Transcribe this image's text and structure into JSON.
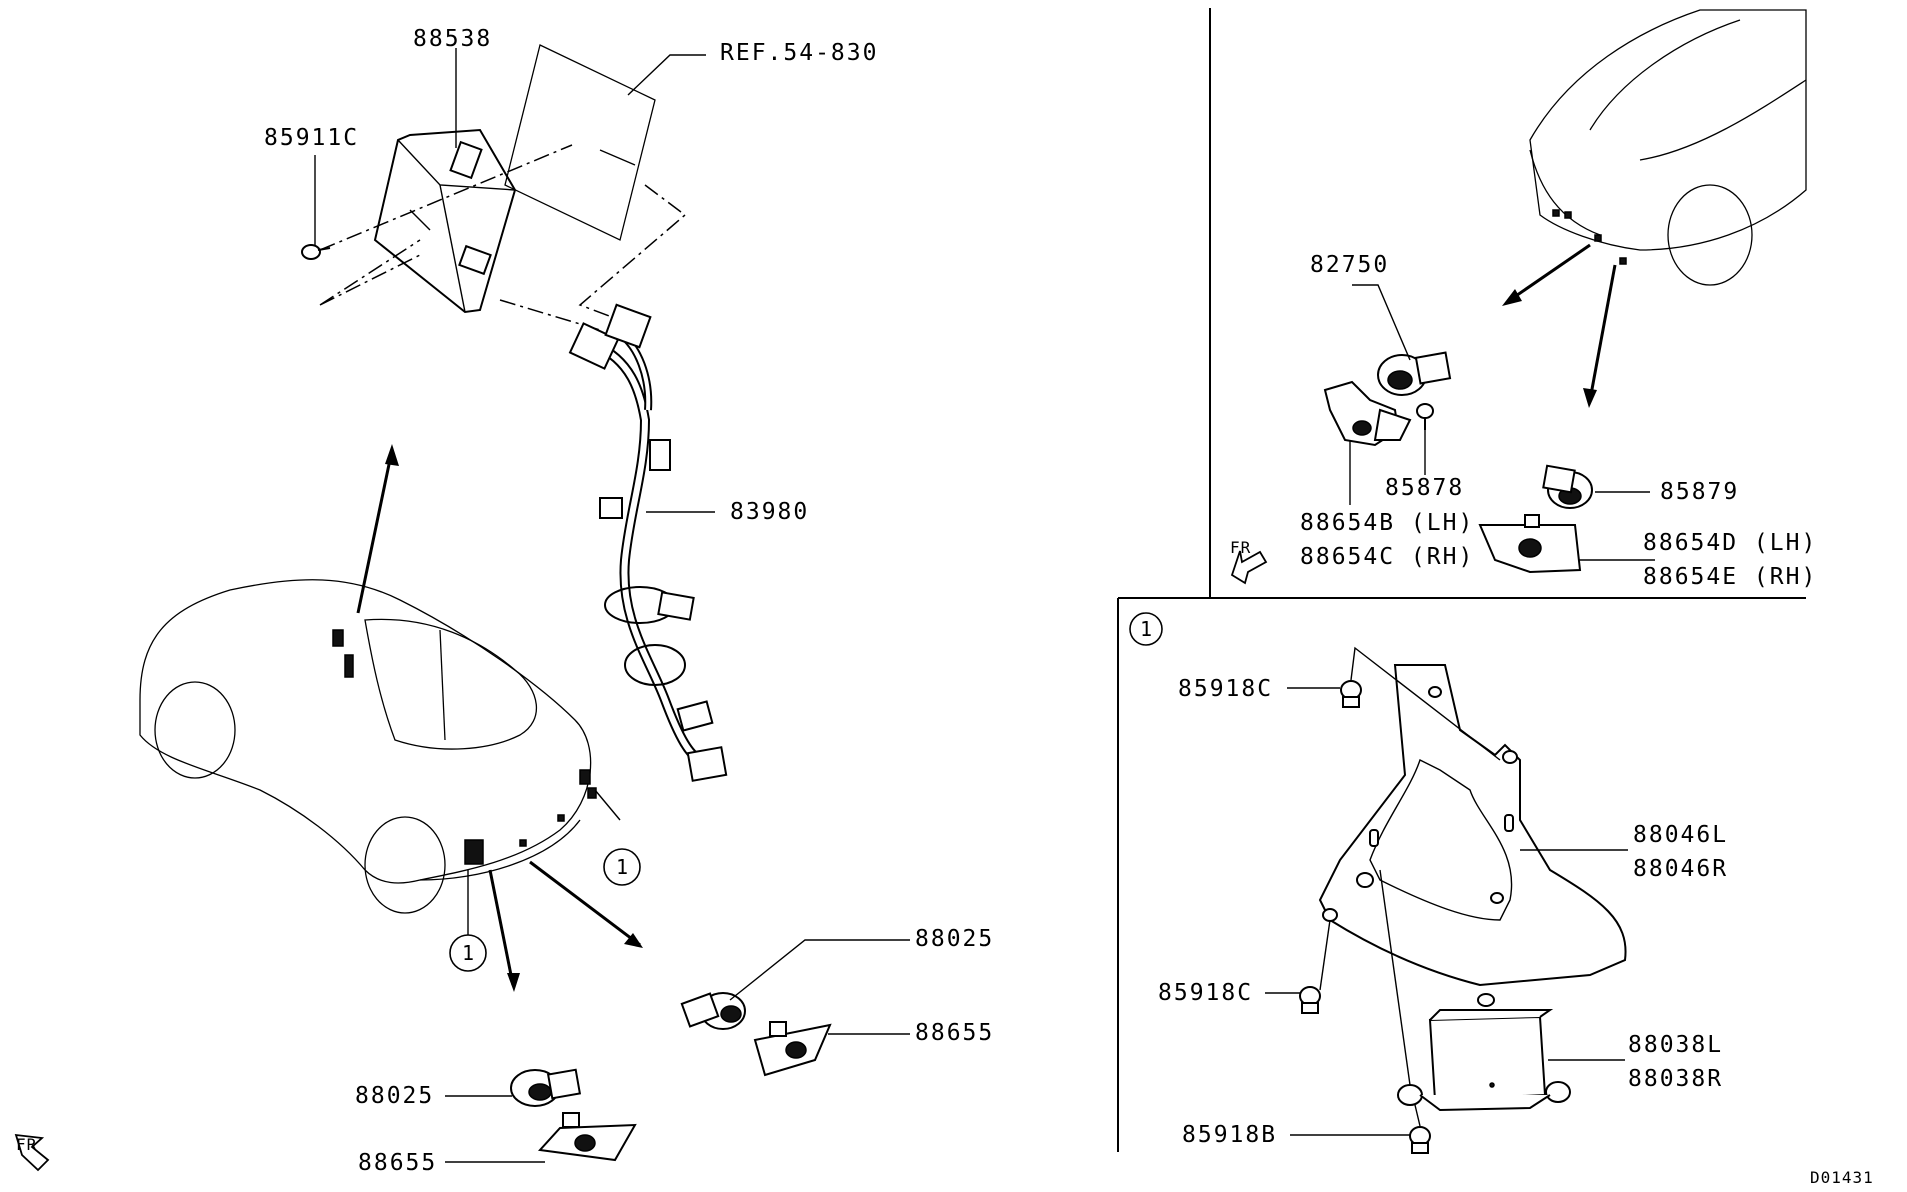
{
  "labels": {
    "p88538": "88538",
    "p85911c": "85911C",
    "ref": "REF.54-830",
    "p83980": "83980",
    "p88025_r": "88025",
    "p88655_r": "88655",
    "p88025_l": "88025",
    "p88655_l": "88655",
    "fr_main": "FR",
    "p82750": "82750",
    "p85878": "85878",
    "p88654b": "88654B (LH)",
    "p88654c": "88654C (RH)",
    "p85879": "85879",
    "p88654d": "88654D (LH)",
    "p88654e": "88654E (RH)",
    "fr_inset": "FR",
    "p85918c_top": "85918C",
    "p88046l": "88046L",
    "p88046r": "88046R",
    "p85918c_mid": "85918C",
    "p88038l": "88038L",
    "p88038r": "88038R",
    "p85918b": "85918B",
    "diagram_code": "D01431"
  },
  "callouts": {
    "ref_a": "1",
    "ref_b": "1",
    "inset": "1"
  }
}
